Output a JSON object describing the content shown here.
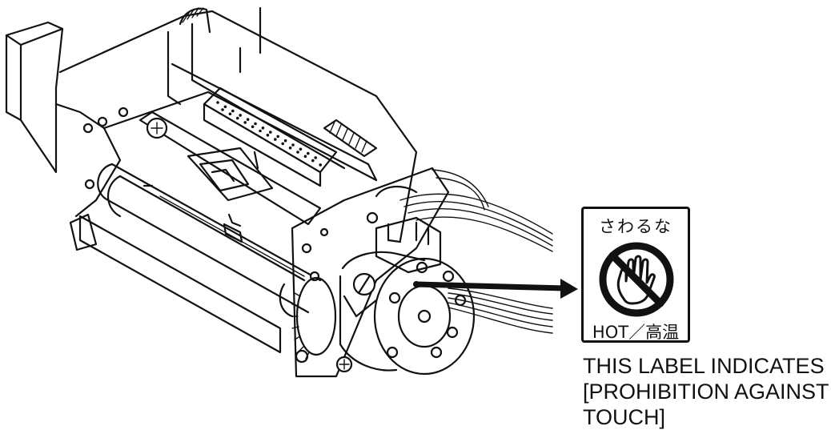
{
  "warning_label": {
    "japanese_top": "さわるな",
    "bottom": "HOT／高温",
    "icon": "no-touch-hand-icon"
  },
  "caption": {
    "line1": "THIS LABEL INDICATES",
    "line2": "[PROHIBITION AGAINST",
    "line3": "TOUCH]"
  }
}
